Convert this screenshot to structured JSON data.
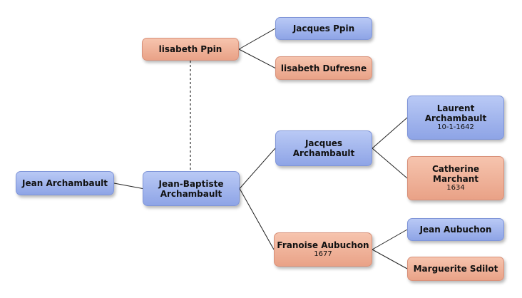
{
  "diagram": {
    "nodes": [
      {
        "id": "jean",
        "name": "Jean Archambault",
        "date": "",
        "gender": "male"
      },
      {
        "id": "jean-baptiste",
        "name": "Jean-Baptiste Archambault",
        "date": "",
        "gender": "male"
      },
      {
        "id": "isabeth-ppin",
        "name": "lisabeth Ppin",
        "date": "",
        "gender": "female"
      },
      {
        "id": "jacques-ppin",
        "name": "Jacques Ppin",
        "date": "",
        "gender": "male"
      },
      {
        "id": "isabeth-dufresne",
        "name": "lisabeth Dufresne",
        "date": "",
        "gender": "female"
      },
      {
        "id": "jacques-archambault",
        "name": "Jacques Archambault",
        "date": "",
        "gender": "male"
      },
      {
        "id": "laurent",
        "name": "Laurent Archambault",
        "date": "10-1-1642",
        "gender": "male"
      },
      {
        "id": "catherine",
        "name": "Catherine Marchant",
        "date": "1634",
        "gender": "female"
      },
      {
        "id": "francoise",
        "name": "Franoise Aubuchon",
        "date": "1677",
        "gender": "female"
      },
      {
        "id": "jean-aubuchon",
        "name": "Jean Aubuchon",
        "date": "",
        "gender": "male"
      },
      {
        "id": "marguerite",
        "name": "Marguerite Sdilot",
        "date": "",
        "gender": "female"
      }
    ],
    "edges": [
      {
        "from": "jean",
        "to": "jean-baptiste",
        "style": "solid"
      },
      {
        "from": "jean-baptiste",
        "to": "jacques-archambault",
        "style": "solid"
      },
      {
        "from": "jean-baptiste",
        "to": "francoise",
        "style": "solid"
      },
      {
        "from": "jacques-archambault",
        "to": "laurent",
        "style": "solid"
      },
      {
        "from": "jacques-archambault",
        "to": "catherine",
        "style": "solid"
      },
      {
        "from": "francoise",
        "to": "jean-aubuchon",
        "style": "solid"
      },
      {
        "from": "francoise",
        "to": "marguerite",
        "style": "solid"
      },
      {
        "from": "isabeth-ppin",
        "to": "jacques-ppin",
        "style": "solid"
      },
      {
        "from": "isabeth-ppin",
        "to": "isabeth-dufresne",
        "style": "solid"
      },
      {
        "from": "isabeth-ppin",
        "to": "jean-baptiste",
        "style": "dotted"
      }
    ],
    "colors": {
      "male": "#9fb3ee",
      "female": "#f0b29b",
      "line": "#222222"
    }
  }
}
